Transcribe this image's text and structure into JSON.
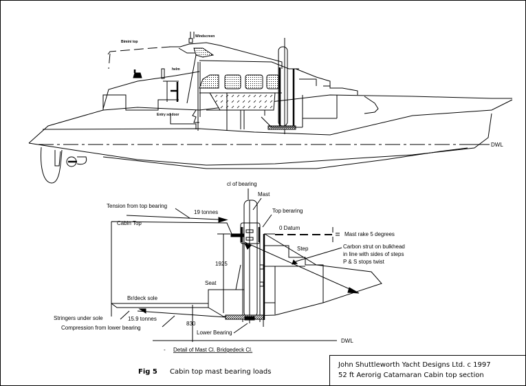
{
  "drawing": {
    "profile_view": {
      "labels": {
        "bimini_top": "Bimini top",
        "windscreen": "Windscreen",
        "helm": "helm",
        "entry_door": "Entry sd door",
        "waterline": "DWL"
      }
    },
    "detail_view": {
      "labels": {
        "cl_of_bearing": "cl of bearing",
        "mast": "Mast",
        "tension": "Tension from top bearing",
        "tension_value": "19 tonnes",
        "top_bearing": "Top beraring",
        "cabin_top": "Cabin Top",
        "datum": "0  Datum",
        "mast_rake": "Mast rake 5 degrees",
        "step": "Step",
        "carbon_strut_1": "Carbon strut on bulkhead",
        "carbon_strut_2": "in line with sides of steps",
        "carbon_strut_3": "P & S stops twist",
        "dim_height": "1925",
        "seat": "Seat",
        "sole": "Br/deck sole",
        "stringers": "Stringers under sole",
        "compression_value": "15.9 tonnes",
        "compression": "Compression from lower bearing",
        "dim_lower": "830",
        "lower_bearing": "Lower Bearing",
        "waterline": "DWL",
        "detail_bullet": "-",
        "detail_caption": "Detail of Mast Cl. Bridgedeck Cl."
      }
    },
    "caption": {
      "fig": "Fig 5",
      "text": "Cabin top mast bearing loads"
    },
    "title_block": {
      "line1": "John Shuttleworth Yacht Designs Ltd.  c  1997",
      "line2": "52 ft Aerorig Catamaran   Cabin top section"
    }
  }
}
